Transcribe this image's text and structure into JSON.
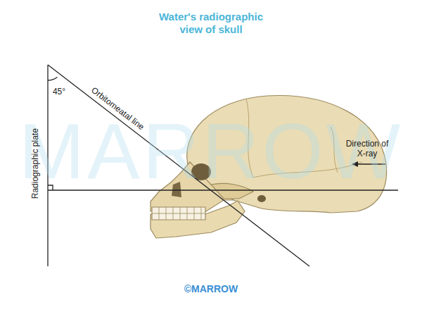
{
  "diagram": {
    "title": "Water's radiographic view of skull",
    "labels": [
      "MARROW",
      "45°",
      "Orbitomeatal line",
      "Radiographic plate",
      "Direction of X-ray",
      "©MARROW"
    ]
  }
}
